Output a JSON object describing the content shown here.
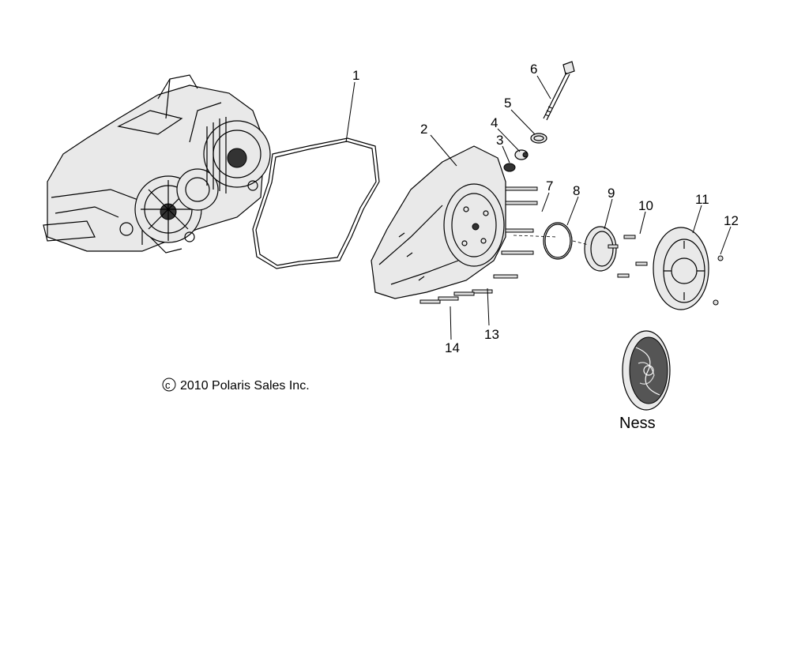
{
  "callouts": [
    {
      "id": "1",
      "label": "1"
    },
    {
      "id": "2",
      "label": "2"
    },
    {
      "id": "3",
      "label": "3"
    },
    {
      "id": "4",
      "label": "4"
    },
    {
      "id": "5",
      "label": "5"
    },
    {
      "id": "6",
      "label": "6"
    },
    {
      "id": "7",
      "label": "7"
    },
    {
      "id": "8",
      "label": "8"
    },
    {
      "id": "9",
      "label": "9"
    },
    {
      "id": "10",
      "label": "10"
    },
    {
      "id": "11",
      "label": "11"
    },
    {
      "id": "12",
      "label": "12"
    },
    {
      "id": "13",
      "label": "13"
    },
    {
      "id": "14",
      "label": "14"
    }
  ],
  "copyright": {
    "symbol": "c",
    "text": "2010 Polaris Sales Inc."
  },
  "variant_label": "Ness"
}
